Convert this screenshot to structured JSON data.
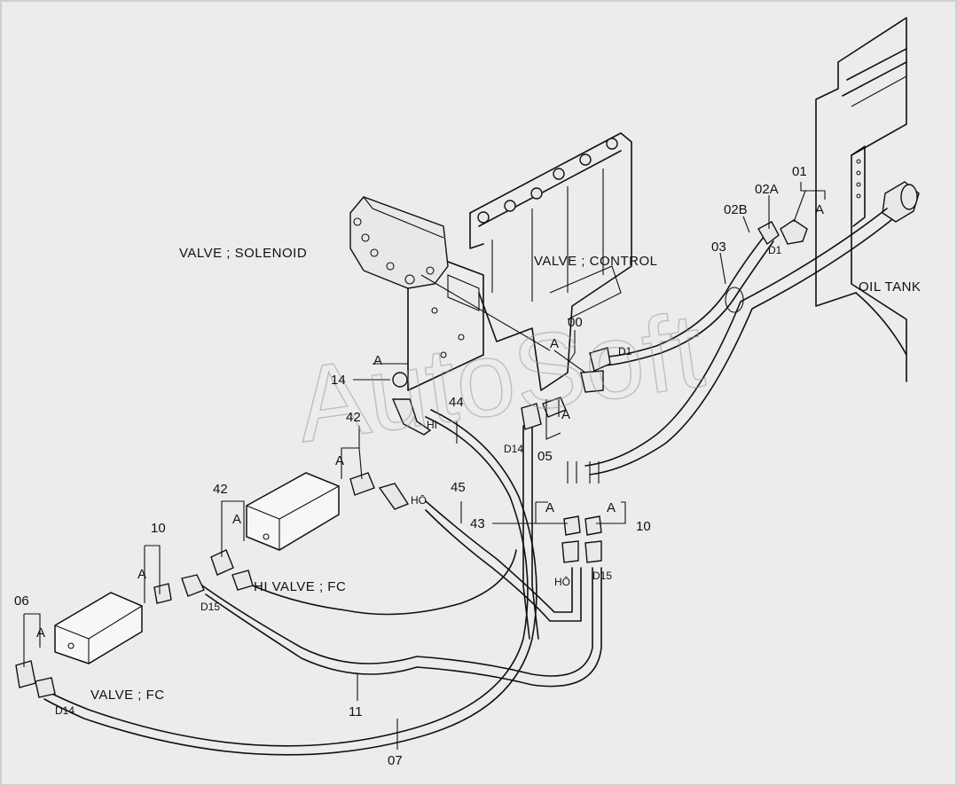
{
  "labels": {
    "valve_solenoid": "VALVE ; SOLENOID",
    "valve_control": "VALVE ; CONTROL",
    "oil_tank": "OIL TANK",
    "valve_fc_hi": "HI  VALVE ; FC",
    "valve_fc": "VALVE ; FC"
  },
  "watermark": "AutoSoft",
  "part_numbers": {
    "p01": "01",
    "p02a": "02A",
    "p02b": "02B",
    "p03": "03",
    "p00": "00",
    "p14": "14",
    "p44": "44",
    "p05": "05",
    "p42a": "42",
    "p42b": "42",
    "p45": "45",
    "p43": "43",
    "p10a": "10",
    "p10b": "10",
    "p06": "06",
    "p11": "11",
    "p07": "07"
  },
  "callouts": {
    "a01": "A",
    "a00": "A",
    "a14": "A",
    "a05": "A",
    "a42a": "A",
    "a42b": "A",
    "a43": "A",
    "a10b": "A",
    "a10a": "A",
    "a06": "A"
  },
  "port_labels": {
    "d1a": "D1",
    "d1b": "D1",
    "hi1": "HI",
    "d14a": "D14",
    "ho1": "HŌ",
    "ho2": "HŌ",
    "d15a": "D15",
    "d15b": "D15",
    "d14b": "D14"
  }
}
